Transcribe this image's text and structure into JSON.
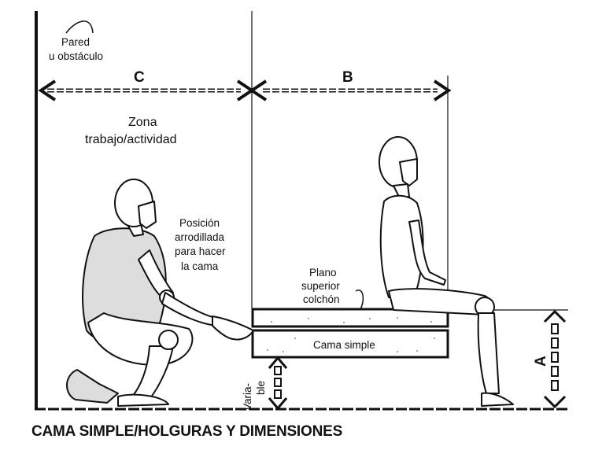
{
  "labels": {
    "wall_line1": "Pared",
    "wall_line2": "u obstáculo",
    "dim_c": "C",
    "dim_b": "B",
    "dim_a": "A",
    "zone_line1": "Zona",
    "zone_line2": "trabajo/actividad",
    "kneel_line1": "Posición",
    "kneel_line2": "arrodillada",
    "kneel_line3": "para hacer",
    "kneel_line4": "la cama",
    "mattress_line1": "Plano",
    "mattress_line2": "superior",
    "mattress_line3": "colchón",
    "bed": "Cama simple",
    "variable_line1": "Varia-",
    "variable_line2": "ble"
  },
  "caption": "CAMA SIMPLE/HOLGURAS Y DIMENSIONES",
  "colors": {
    "ink": "#111111",
    "background": "#ffffff"
  }
}
